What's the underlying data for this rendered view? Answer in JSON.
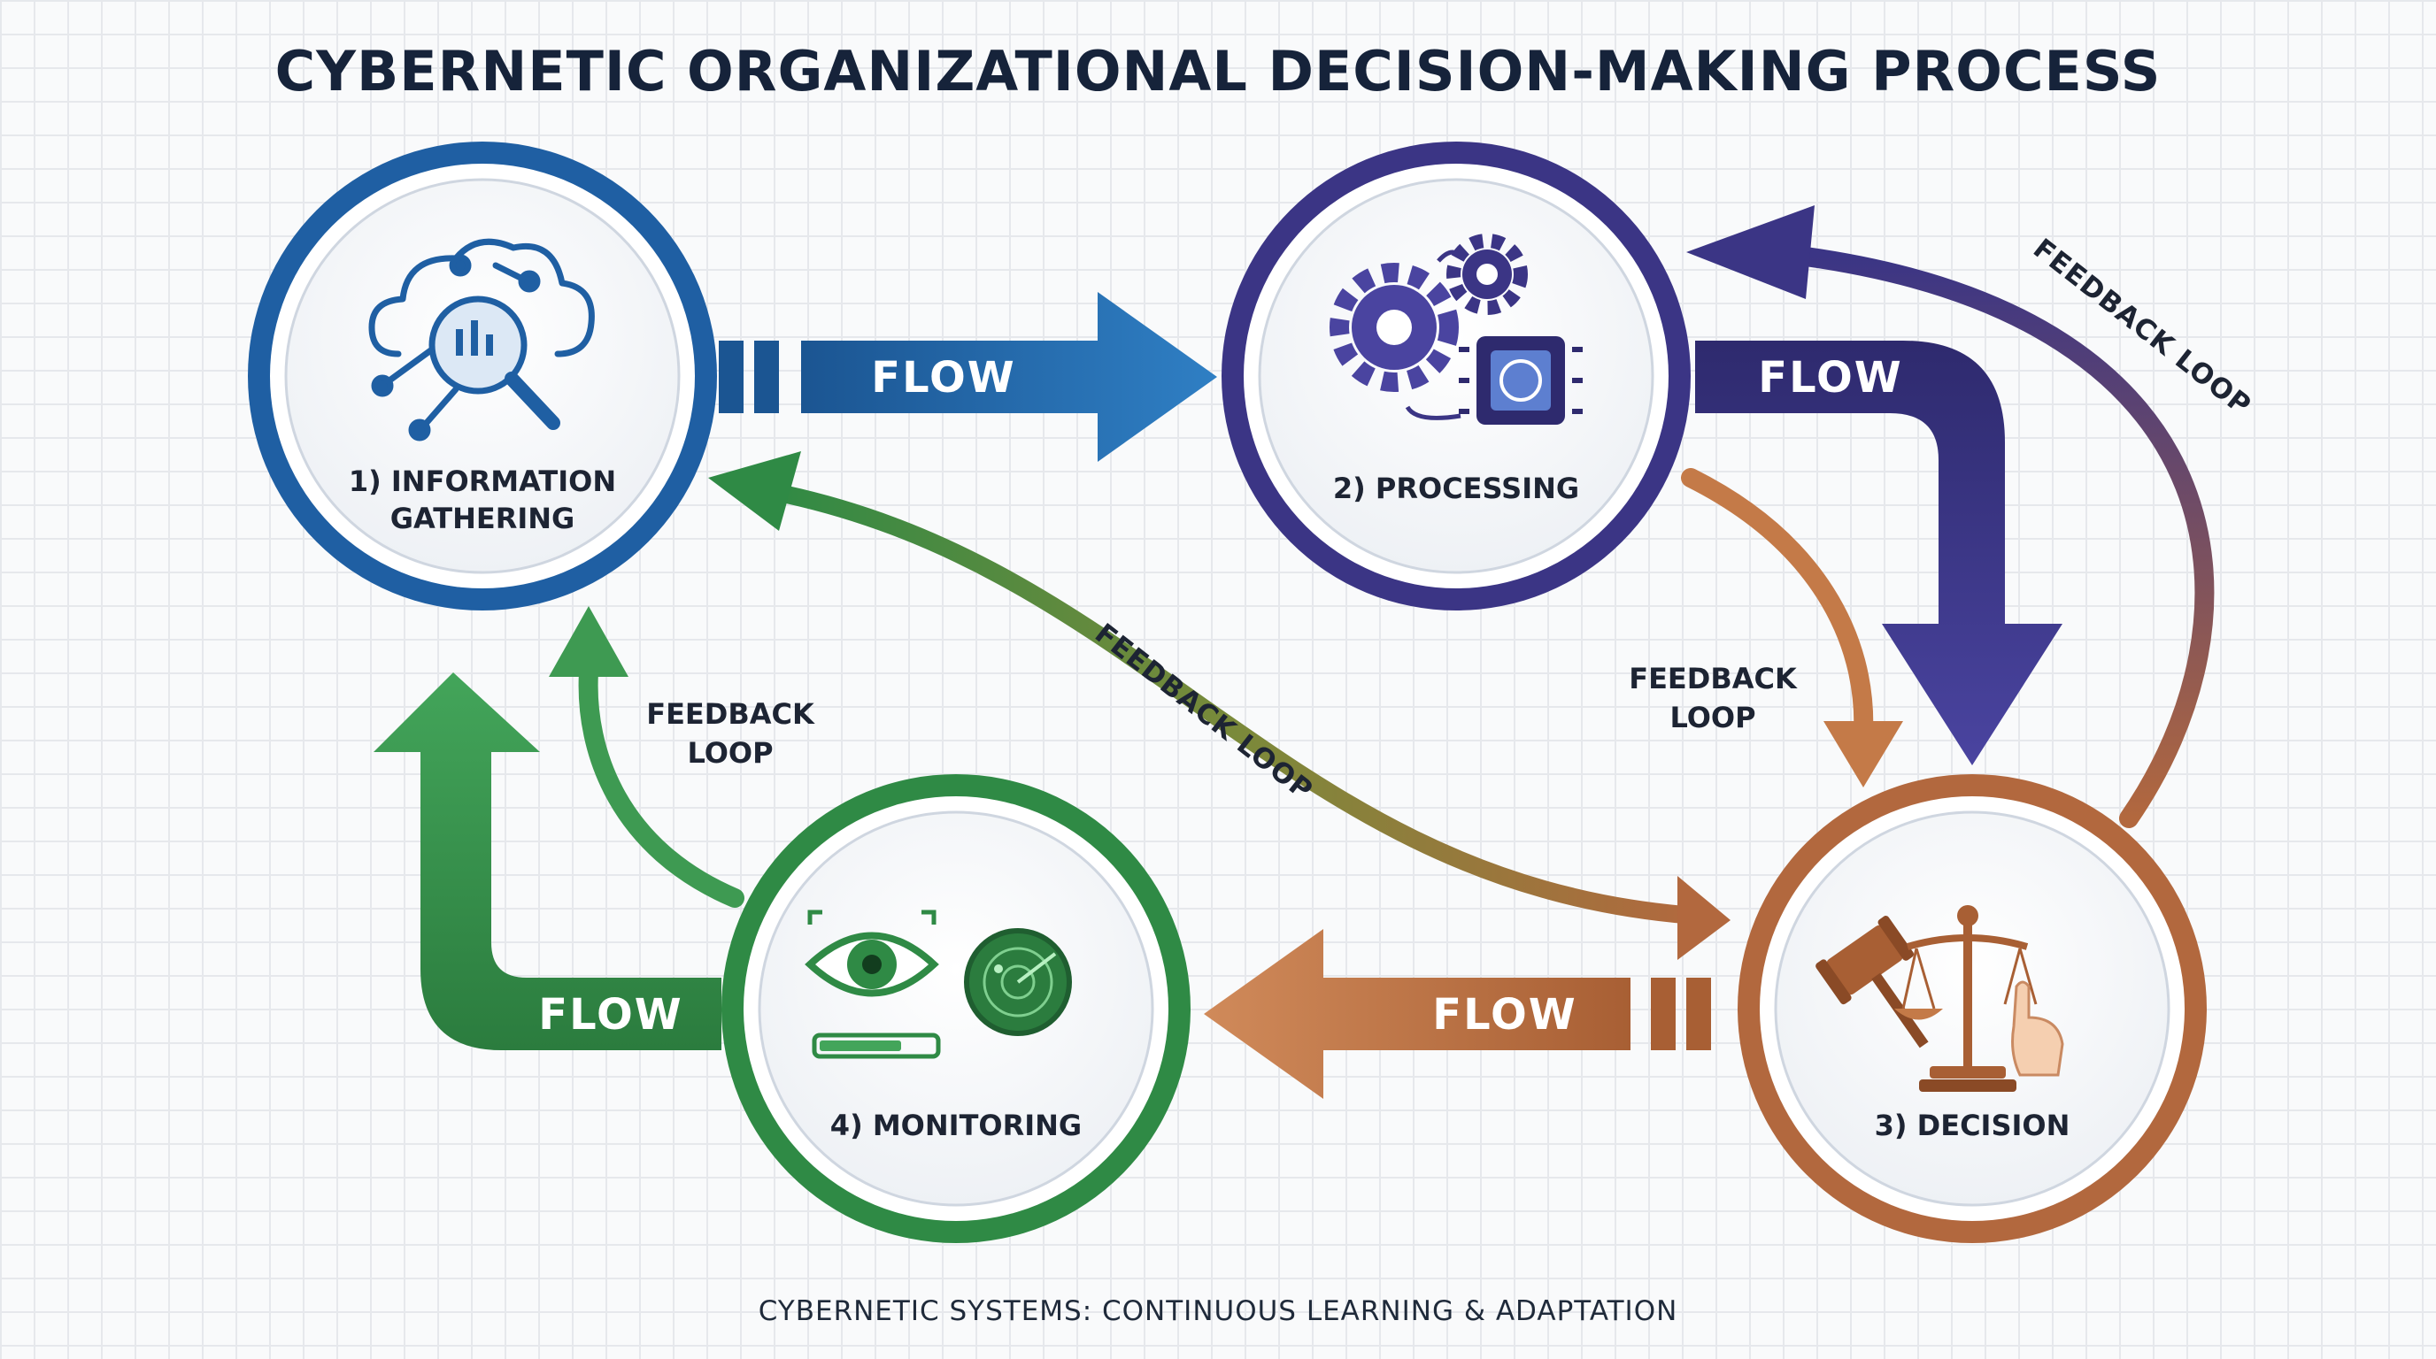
{
  "title": "CYBERNETIC ORGANIZATIONAL DECISION-MAKING PROCESS",
  "subtitle": "CYBERNETIC SYSTEMS: CONTINUOUS LEARNING & ADAPTATION",
  "nodes": [
    {
      "id": "information-gathering",
      "label_line1": "1) INFORMATION",
      "label_line2": "GATHERING",
      "color": "#1f5fa3"
    },
    {
      "id": "processing",
      "label": "2) PROCESSING",
      "color": "#3b3585"
    },
    {
      "id": "decision",
      "label": "3) DECISION",
      "color": "#b2683e"
    },
    {
      "id": "monitoring",
      "label": "4) MONITORING",
      "color": "#2f8a45"
    }
  ],
  "flows": {
    "gathering_to_processing": "FLOW",
    "processing_to_decision": "FLOW",
    "decision_to_monitoring": "FLOW",
    "monitoring_to_gathering": "FLOW"
  },
  "feedback_loops": {
    "left_line1": "FEEDBACK",
    "left_line2": "LOOP",
    "right_line1": "FEEDBACK",
    "right_line2": "LOOP",
    "diagonal": "FEEDBACK LOOP",
    "outer_right": "FEEDBACK LOOP"
  },
  "icons": [
    "cloud-search-icon",
    "gears-chip-icon",
    "gavel-scales-icon",
    "eye-radar-icon"
  ],
  "colors": {
    "blue": "#1f5fa3",
    "indigo": "#3b3585",
    "copper": "#b2683e",
    "green": "#2f8a45",
    "title": "#16233a"
  }
}
